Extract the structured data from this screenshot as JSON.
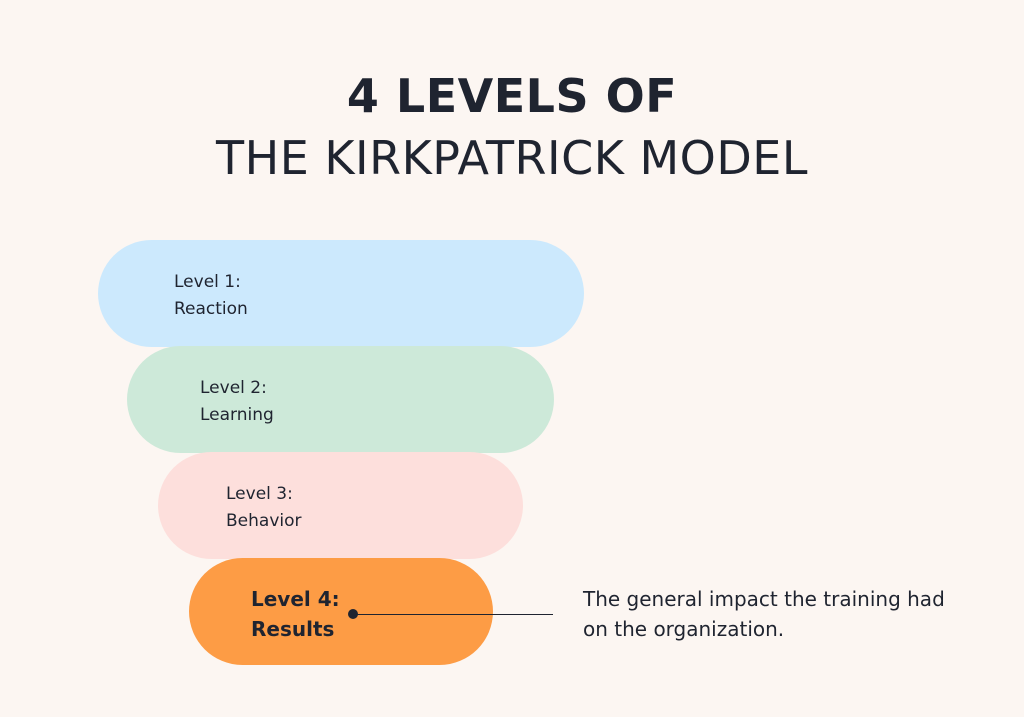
{
  "title": {
    "line1": "4 LEVELS OF",
    "line2": "THE KIRKPATRICK MODEL"
  },
  "levels": [
    {
      "level": "Level 1:",
      "name": "Reaction",
      "color": "#cce9fd"
    },
    {
      "level": "Level 2:",
      "name": "Learning",
      "color": "#cde9d9"
    },
    {
      "level": "Level 3:",
      "name": "Behavior",
      "color": "#fddfdc"
    },
    {
      "level": "Level 4:",
      "name": "Results",
      "color": "#fd9c45"
    }
  ],
  "callout": {
    "text": "The general impact the training had on the organization."
  }
}
